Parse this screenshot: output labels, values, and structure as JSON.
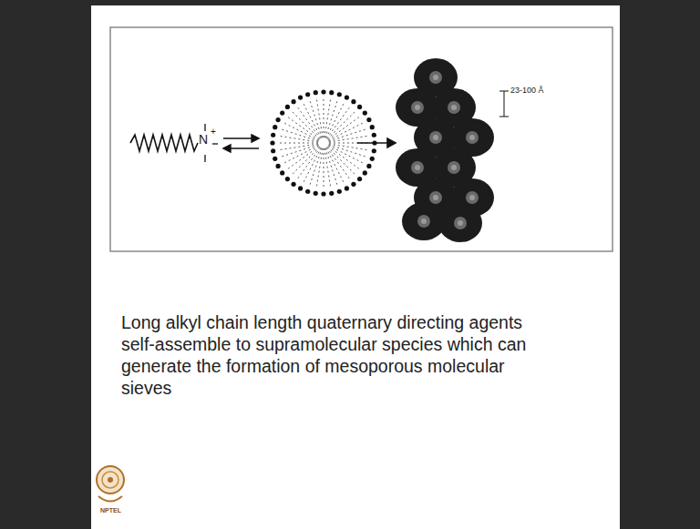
{
  "diagram": {
    "caption": "Long alkyl chain length quaternary directing agents self-assemble to supramolecular species which can generate the formation of mesoporous molecular sieves",
    "labels": [
      "N",
      "+",
      "23-100 Å",
      "NPTEL"
    ]
  }
}
